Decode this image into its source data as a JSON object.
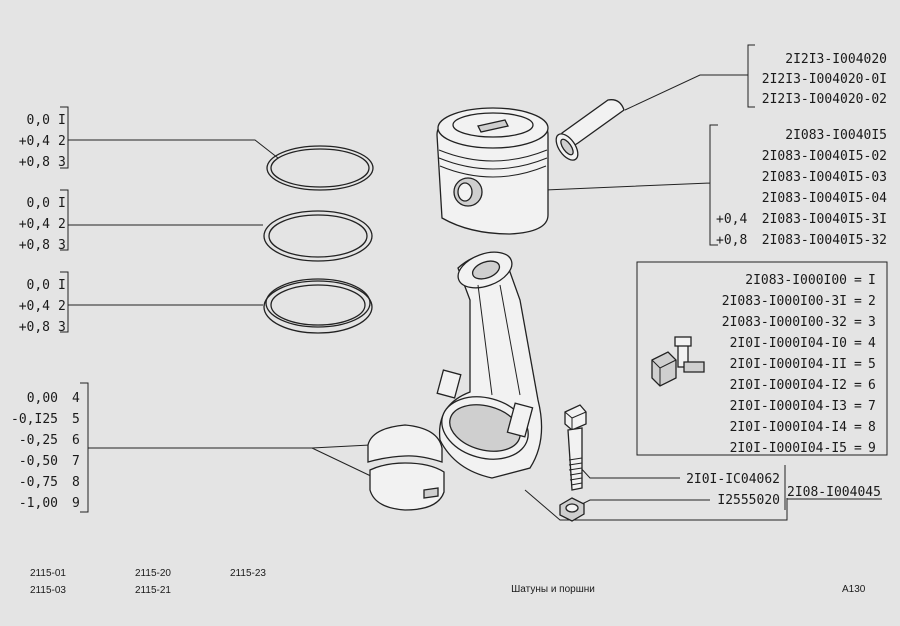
{
  "pin_callout": [
    "2I2I3-I004020",
    "2I2I3-I004020-0I",
    "2I2I3-I004020-02"
  ],
  "piston_callout": [
    {
      "size": "",
      "code": "2I083-I0040I5"
    },
    {
      "size": "",
      "code": "2I083-I0040I5-02"
    },
    {
      "size": "",
      "code": "2I083-I0040I5-03"
    },
    {
      "size": "",
      "code": "2I083-I0040I5-04"
    },
    {
      "size": "+0,4",
      "code": "2I083-I0040I5-3I"
    },
    {
      "size": "+0,8",
      "code": "2I083-I0040I5-32"
    }
  ],
  "ring_groups": [
    [
      {
        "size": "0,0",
        "num": "I"
      },
      {
        "size": "+0,4",
        "num": "2"
      },
      {
        "size": "+0,8",
        "num": "3"
      }
    ],
    [
      {
        "size": "0,0",
        "num": "I"
      },
      {
        "size": "+0,4",
        "num": "2"
      },
      {
        "size": "+0,8",
        "num": "3"
      }
    ],
    [
      {
        "size": "0,0",
        "num": "I"
      },
      {
        "size": "+0,4",
        "num": "2"
      },
      {
        "size": "+0,8",
        "num": "3"
      }
    ]
  ],
  "bearing_sizes": [
    {
      "size": "0,00",
      "num": "4"
    },
    {
      "size": "-0,I25",
      "num": "5"
    },
    {
      "size": "-0,25",
      "num": "6"
    },
    {
      "size": "-0,50",
      "num": "7"
    },
    {
      "size": "-0,75",
      "num": "8"
    },
    {
      "size": "-1,00",
      "num": "9"
    }
  ],
  "rod_table": [
    {
      "code": "2I083-I000I00",
      "num": "I"
    },
    {
      "code": "2I083-I000I00-3I",
      "num": "2"
    },
    {
      "code": "2I083-I000I00-32",
      "num": "3"
    },
    {
      "code": "2I0I-I000I04-I0",
      "num": "4"
    },
    {
      "code": "2I0I-I000I04-II",
      "num": "5"
    },
    {
      "code": "2I0I-I000I04-I2",
      "num": "6"
    },
    {
      "code": "2I0I-I000I04-I3",
      "num": "7"
    },
    {
      "code": "2I0I-I000I04-I4",
      "num": "8"
    },
    {
      "code": "2I0I-I000I04-I5",
      "num": "9"
    }
  ],
  "bolt_code": "2I0I-IC04062",
  "nut_code": "I2555020",
  "assembly_code": "2I08-I004045",
  "footer": {
    "models": [
      "2115-01",
      "2115-03",
      "2115-20",
      "2115-21",
      "2115-23"
    ],
    "title": "Шатуны и поршни",
    "page": "A130"
  }
}
